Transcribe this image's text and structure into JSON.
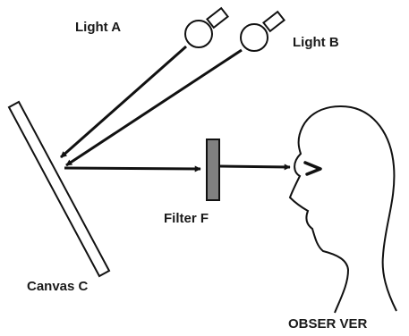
{
  "labels": {
    "light_a": "Light A",
    "light_b": "Light B",
    "canvas": "Canvas C",
    "filter": "Filter F",
    "observer": "OBSER VER"
  },
  "colors": {
    "stroke": "#111111",
    "filter_fill": "#808080",
    "background": "#ffffff"
  }
}
